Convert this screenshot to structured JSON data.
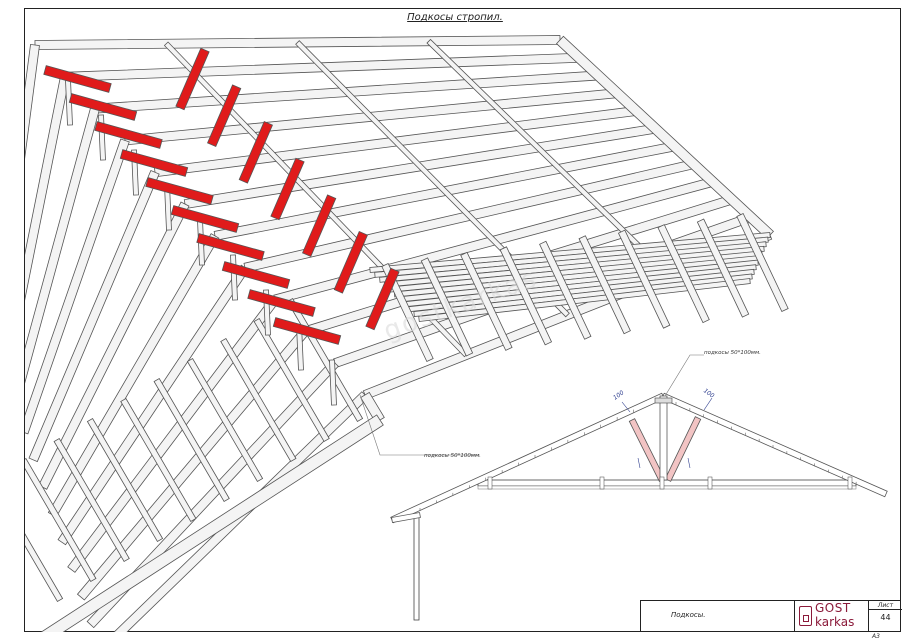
{
  "drawing": {
    "title": "Подкосы стропил.",
    "callouts": {
      "top": "подкосы 50*100мм.",
      "middle": "подкосы 50*100мм."
    },
    "dimensions": {
      "left": "100",
      "right": "100"
    },
    "watermark": "gostkarkas"
  },
  "title_block": {
    "name": "Подкосы.",
    "sheet_label": "Лист",
    "sheet_number": "44",
    "logo_top": "GOST",
    "logo_bottom": "karkas",
    "format": "А3"
  },
  "colors": {
    "brace": "#e01b1b",
    "timber": "#f4f4f4",
    "line": "#555555",
    "logo": "#8b1a3a",
    "section_brace": "#f2c4c4"
  }
}
